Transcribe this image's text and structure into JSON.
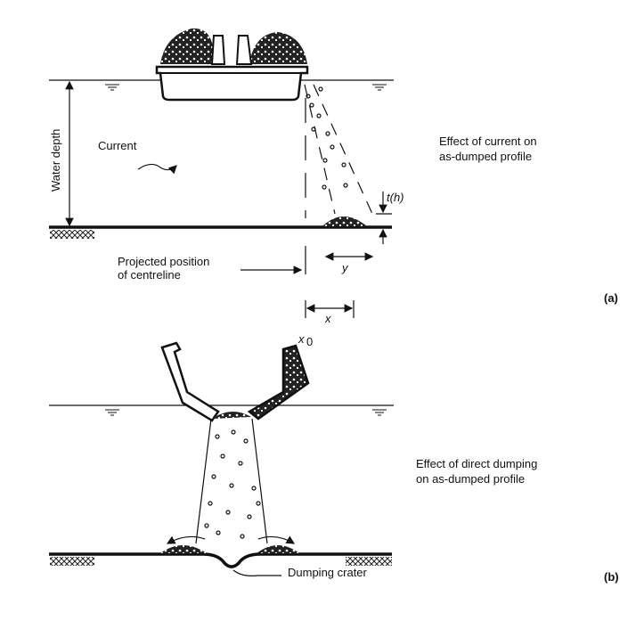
{
  "panel_a": {
    "label": "(a)",
    "caption_line1": "Effect of current on",
    "caption_line2": "as-dumped profile",
    "water_depth": "Water depth",
    "current": "Current",
    "projected_line1": "Projected position",
    "projected_line2": "of centreline",
    "thickness": "t(h)",
    "y_label": "y",
    "x_label": "x",
    "x0_label": "x",
    "x0_sub": "0"
  },
  "panel_b": {
    "label": "(b)",
    "caption_line1": "Effect of direct dumping",
    "caption_line2": "on as-dumped profile",
    "crater": "Dumping crater"
  }
}
